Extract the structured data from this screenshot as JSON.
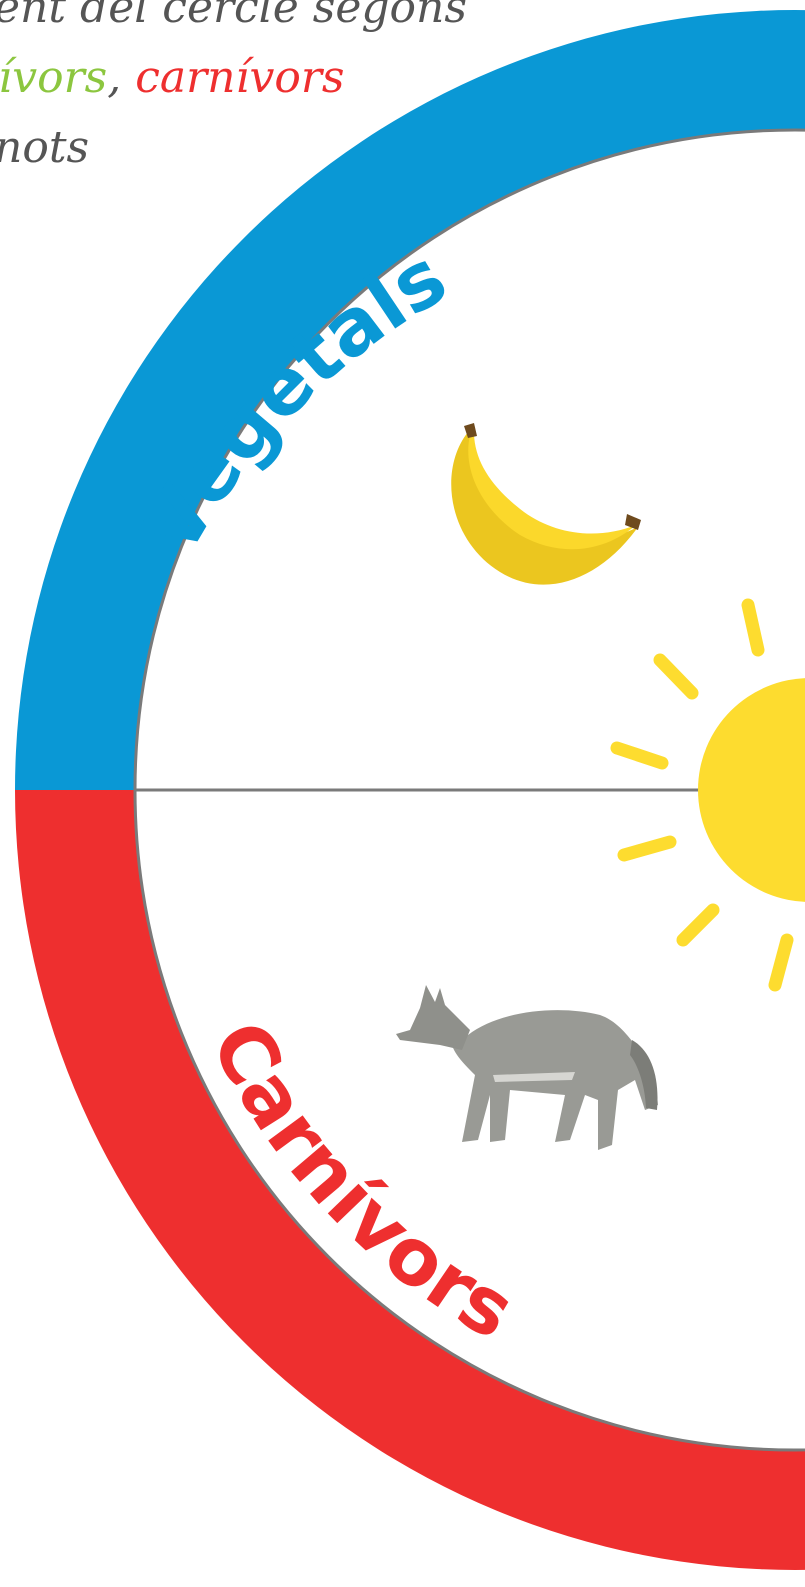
{
  "header": {
    "line1": "ent del cercle segons",
    "line2_green": "bívors",
    "line2_sep": ", ",
    "line2_red": "carnívors",
    "line3": "nots"
  },
  "segments": {
    "top_label": "Vegetals",
    "bottom_label": "Carnívors"
  },
  "colors": {
    "top_ring": "#0a98d5",
    "bottom_ring": "#ee2f2f",
    "sun": "#fddc2f",
    "outline": "#7a7a7a",
    "herbivore_text": "#8cc63f"
  },
  "images": {
    "top_icon": "banana-icon",
    "bottom_icon": "wolf-icon",
    "center_icon": "sun-icon"
  }
}
